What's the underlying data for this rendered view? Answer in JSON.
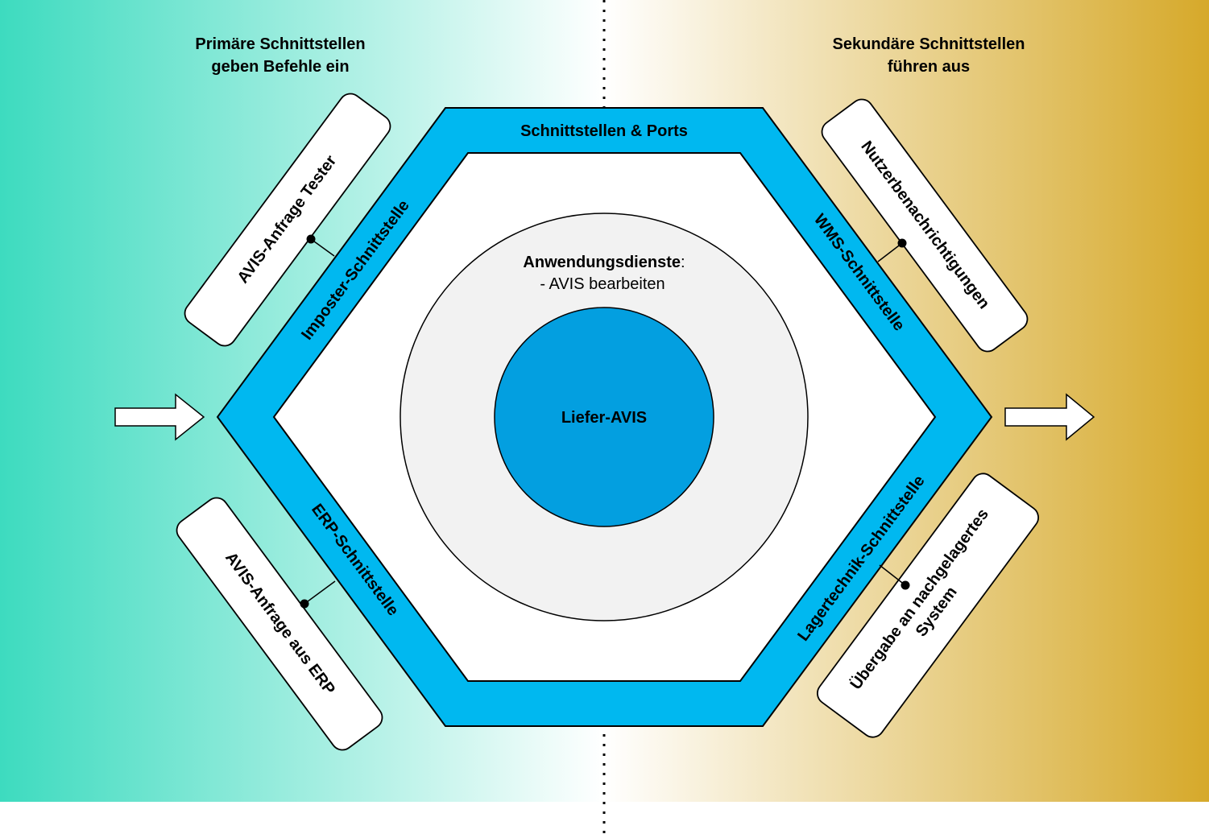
{
  "header": {
    "left_line1": "Primäre Schnittstellen",
    "left_line2": "geben Befehle ein",
    "right_line1": "Sekundäre Schnittstellen",
    "right_line2": "führen aus"
  },
  "hexagon": {
    "top_label": "Schnittstellen & Ports",
    "upper_left_label": "Imposter-Schnittstelle",
    "lower_left_label": "ERP-Schnittstelle",
    "upper_right_label": "WMS-Schnittstelle",
    "lower_right_label": "Lagertechnik-Schnittstelle"
  },
  "application": {
    "title": "Anwendungsdienste",
    "colon": ":",
    "item": "- AVIS bearbeiten"
  },
  "core": {
    "label": "Liefer-AVIS"
  },
  "adapters": {
    "upper_left": "AVIS-Anfrage Tester",
    "lower_left": "AVIS-Anfrage aus ERP",
    "upper_right": "Nutzerbenachrichtigungen",
    "lower_right_line1": "Übergabe an nachgelagertes",
    "lower_right_line2": "System"
  },
  "colors": {
    "left_gradient": "#3ddbbf",
    "right_gradient": "#d6a92a",
    "hexagon_ring": "#00b8f0",
    "inner_circle": "#f2f2f2",
    "core_circle": "#039fe0"
  }
}
